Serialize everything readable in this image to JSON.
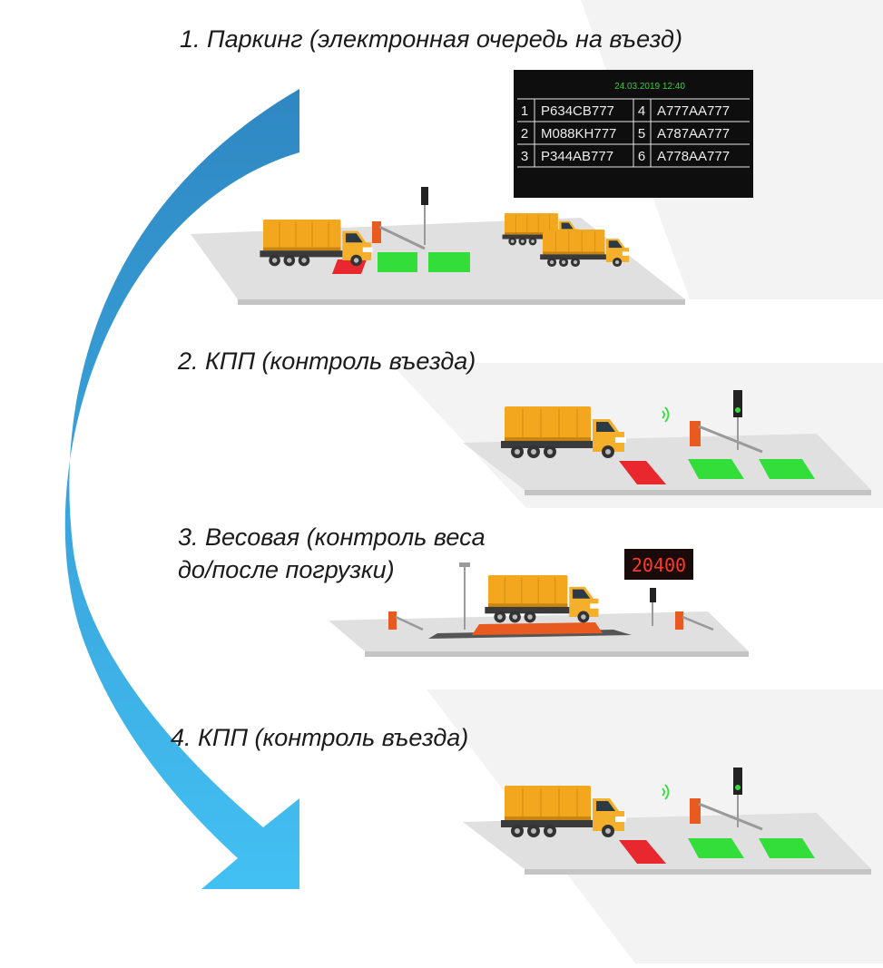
{
  "steps": [
    {
      "label": "1. Паркинг (электронная очередь на въезд)"
    },
    {
      "label": "2. КПП (контроль въезда)"
    },
    {
      "label_lines": [
        "3. Весовая (контроль веса",
        "до/после погрузки)"
      ]
    },
    {
      "label": "4. КПП (контроль въезда)"
    }
  ],
  "queue_board": {
    "datetime": "24.03.2019  12:40",
    "rows": [
      {
        "left_no": "1",
        "left_plate": "P634CB777",
        "right_no": "4",
        "right_plate": "A777AA777"
      },
      {
        "left_no": "2",
        "left_plate": "M088KH777",
        "right_no": "5",
        "right_plate": "A787AA777"
      },
      {
        "left_no": "3",
        "left_plate": "P344AB777",
        "right_no": "6",
        "right_plate": "A778AA777"
      }
    ]
  },
  "scale_display": {
    "value": "20400"
  },
  "colors": {
    "arrow_top": "#2f87c2",
    "arrow_bottom": "#43c0f3",
    "truck_cargo": "#f2a71f",
    "truck_cab": "#f5b02b",
    "sensor_green": "#33dd3a",
    "sensor_red": "#e8282e",
    "barrier_orange": "#e85a1f",
    "board_bg": "#0e0e0e",
    "board_date": "#2fd02f",
    "display_red": "#ff3a2a",
    "platform": "#e0e0e0",
    "background_shape": "#f2f2f2"
  },
  "icons": [
    "flow-arrow-icon",
    "truck-icon",
    "barrier-icon",
    "traffic-light-icon",
    "rfid-signal-icon",
    "camera-pole-icon"
  ]
}
